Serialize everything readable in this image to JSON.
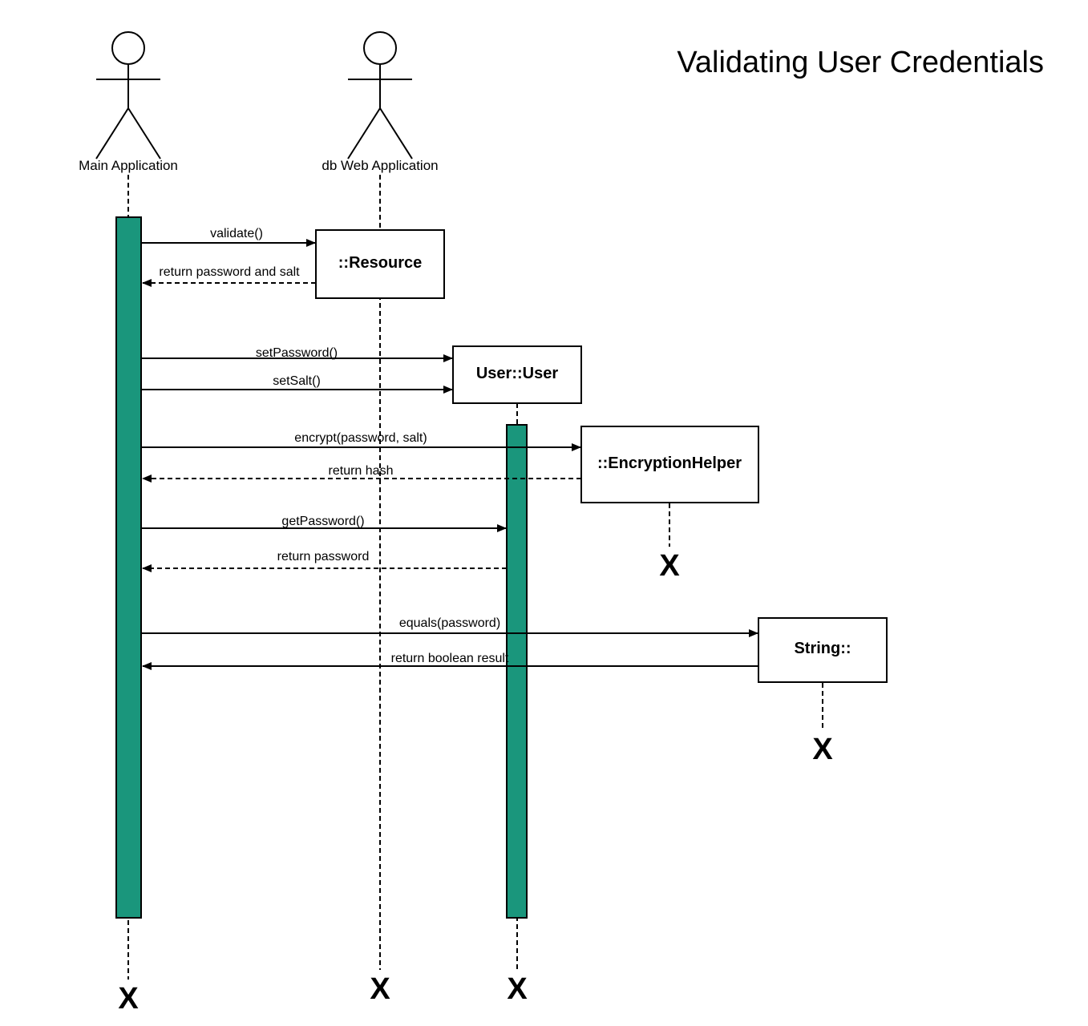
{
  "title": "Validating User Credentials",
  "actors": [
    {
      "id": "main",
      "label": "Main Application",
      "icon": "actor-icon"
    },
    {
      "id": "db",
      "label": "db Web Application",
      "icon": "actor-icon"
    }
  ],
  "objects": [
    {
      "id": "resource",
      "label": "::Resource"
    },
    {
      "id": "user",
      "label": "User::User"
    },
    {
      "id": "helper",
      "label": "::EncryptionHelper"
    },
    {
      "id": "string",
      "label": "String::"
    }
  ],
  "messages": [
    {
      "label": "validate()",
      "kind": "call",
      "from": "main",
      "to": "resource"
    },
    {
      "label": "return password and salt",
      "kind": "return",
      "from": "resource",
      "to": "main"
    },
    {
      "label": "setPassword()",
      "kind": "call",
      "from": "main",
      "to": "user"
    },
    {
      "label": "setSalt()",
      "kind": "call",
      "from": "main",
      "to": "user"
    },
    {
      "label": "encrypt(password, salt)",
      "kind": "call",
      "from": "main",
      "to": "helper"
    },
    {
      "label": "return hash",
      "kind": "return",
      "from": "helper",
      "to": "main"
    },
    {
      "label": "getPassword()",
      "kind": "call",
      "from": "main",
      "to": "user"
    },
    {
      "label": "return password",
      "kind": "return",
      "from": "user",
      "to": "main"
    },
    {
      "label": "equals(password)",
      "kind": "call",
      "from": "main",
      "to": "string"
    },
    {
      "label": "return boolean result",
      "kind": "call",
      "from": "string",
      "to": "main"
    }
  ],
  "destroy_marker": "X",
  "colors": {
    "activation": "#1a967c",
    "line": "#000000",
    "background": "#ffffff"
  }
}
